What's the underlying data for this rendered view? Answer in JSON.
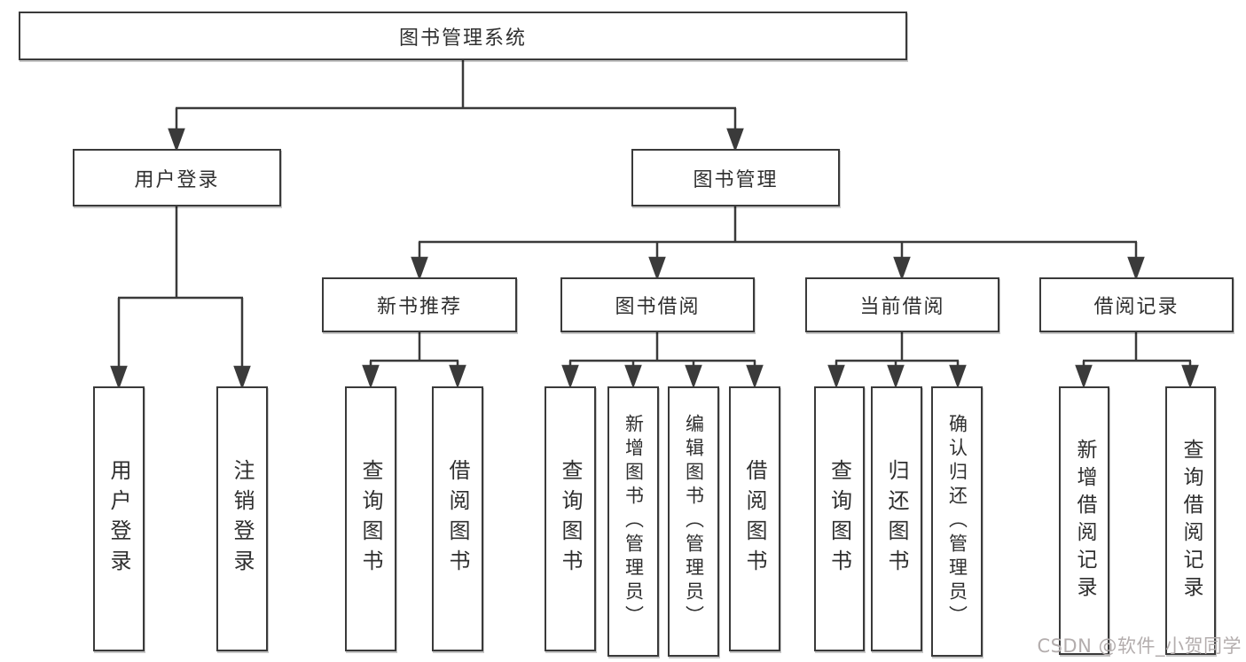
{
  "tree": {
    "root": "图书管理系统",
    "branches": [
      {
        "label": "用户登录",
        "children": [
          "用户登录",
          "注销登录"
        ]
      },
      {
        "label": "图书管理",
        "children_groups": [
          {
            "label": "新书推荐",
            "children": [
              "查询图书",
              "借阅图书"
            ]
          },
          {
            "label": "图书借阅",
            "children": [
              "查询图书",
              "新增图书（管理员）",
              "编辑图书（管理员）",
              "借阅图书"
            ]
          },
          {
            "label": "当前借阅",
            "children": [
              "查询图书",
              "归还图书",
              "确认归还（管理员）"
            ]
          },
          {
            "label": "借阅记录",
            "children": [
              "新增借阅记录",
              "查询借阅记录"
            ]
          }
        ]
      }
    ]
  },
  "watermark": "CSDN @软件_小贺同学",
  "colors": {
    "line": "#3a3a3a",
    "text": "#2f2f2f",
    "box_background": "#ffffff",
    "watermark": "#b3adad"
  }
}
